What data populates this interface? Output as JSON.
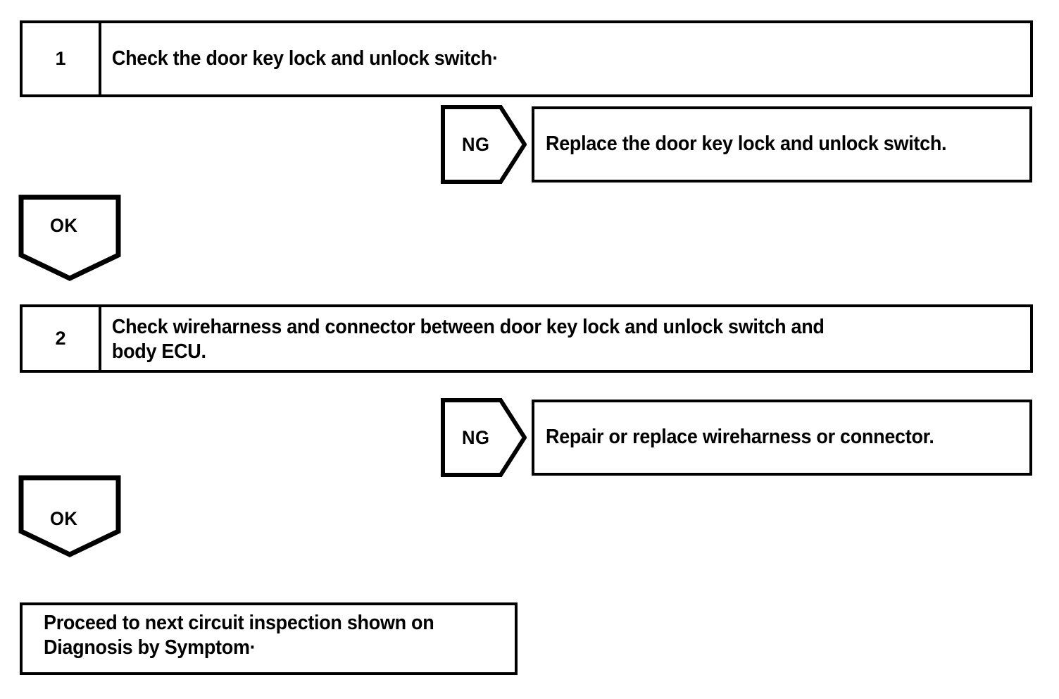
{
  "document": {
    "title": "Door Key Lock and Unlock Switch Circuit Inspection",
    "type": "troubleshooting-flowchart",
    "ink_color": "#000000",
    "background_color": "#ffffff"
  },
  "steps": [
    {
      "number": "1",
      "instruction": "Check the door key lock and unlock switch·"
    },
    {
      "number": "2",
      "instruction": "Check wireharness and connector between door key lock and unlock switch and\nbody ECU."
    }
  ],
  "branches": [
    {
      "label": "NG",
      "action": "Replace the door key lock and unlock switch."
    },
    {
      "label": "NG",
      "action": "Repair or replace wireharness or connector."
    }
  ],
  "pass_labels": [
    {
      "label": "OK"
    },
    {
      "label": "OK"
    }
  ],
  "conclusion": {
    "text": "Proceed to next circuit inspection shown on\nDiagnosis by Symptom·"
  }
}
